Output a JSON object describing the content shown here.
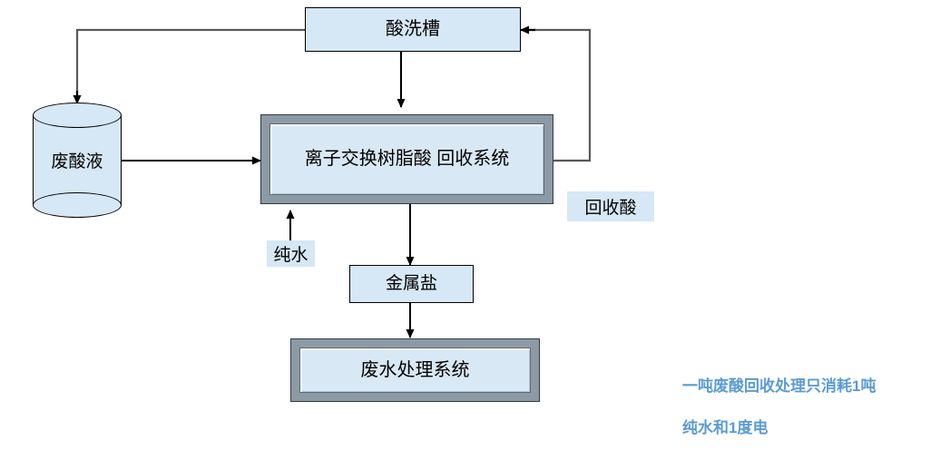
{
  "diagram": {
    "title_text": "酸洗槽",
    "nodes": {
      "pickling_tank": {
        "label": "酸洗槽"
      },
      "waste_acid_tank": {
        "label": "废酸液"
      },
      "recovery_system": {
        "label": "离子交换树脂酸   回收系统"
      },
      "metal_salt": {
        "label": "金属盐"
      },
      "wastewater_system": {
        "label": "废水处理系统"
      }
    },
    "labels": {
      "recovered_acid": "回收酸",
      "pure_water": "纯水"
    },
    "annotation": {
      "line1": "一吨废酸回收处理只消耗1吨",
      "line2": "纯水和1度电"
    },
    "colors": {
      "node_fill": "#d6e7f5",
      "bevel_side": "#8c9aa6",
      "bevel_inner": "#d9e8f5",
      "stroke": "#000000",
      "connector": "#595959",
      "annotation_blue": "#5b9bd5"
    }
  }
}
